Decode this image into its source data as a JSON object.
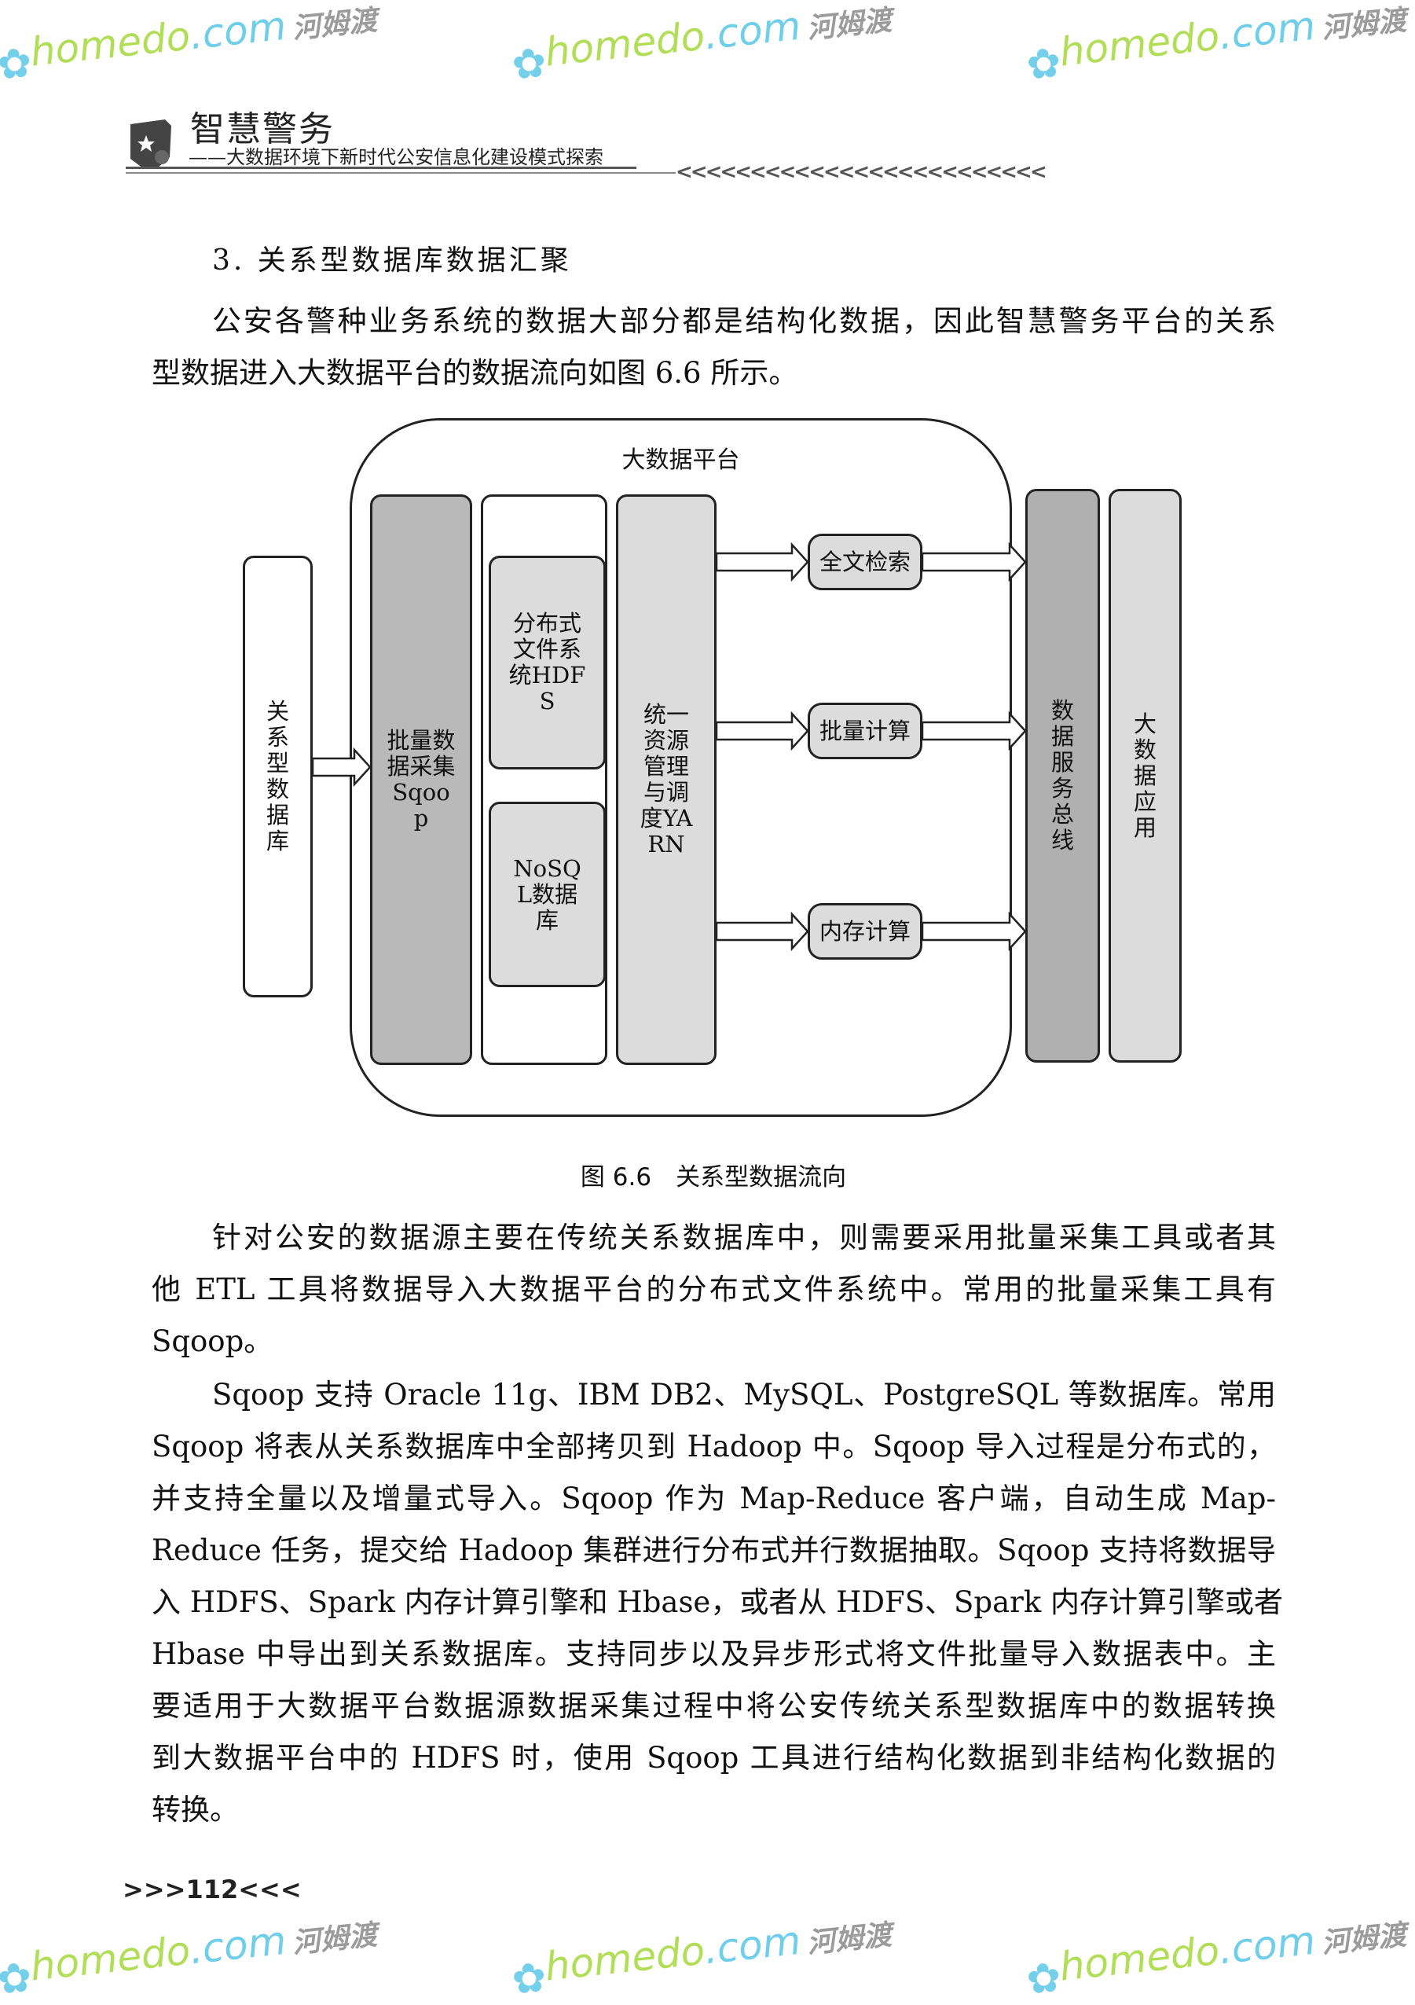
{
  "header": {
    "book_title": "智慧警务",
    "book_subtitle": "——大数据环境下新时代公安信息化建设模式探索",
    "chevrons": "<<<<<<<<<<<<<<<<<<<<<<<<<"
  },
  "section_heading": "3. 关系型数据库数据汇聚",
  "paragraph1": [
    "公安各警种业务系统的数据大部分都是结构化数据，因此智慧警务平台的关系",
    "型数据进入大数据平台的数据流向如图 6.6 所示。"
  ],
  "diagram": {
    "platform_title": "大数据平台",
    "source_db": "关系型数据库",
    "sqoop": "批量数据采集Sqoop",
    "hdfs": "分布式文件系统HDFS",
    "nosql": "NoSQL数据库",
    "yarn": "统一资源管理与调度YARN",
    "engines": [
      "全文检索",
      "批量计算",
      "内存计算"
    ],
    "service_bus": "数据服务总线",
    "application": "大数据应用"
  },
  "figure_caption": "图 6.6　关系型数据流向",
  "paragraph2": [
    "针对公安的数据源主要在传统关系数据库中，则需要采用批量采集工具或者其",
    "他 ETL 工具将数据导入大数据平台的分布式文件系统中。常用的批量采集工具有",
    "Sqoop。"
  ],
  "paragraph3": [
    "Sqoop 支持 Oracle 11g、IBM DB2、MySQL、PostgreSQL 等数据库。常用",
    "Sqoop 将表从关系数据库中全部拷贝到 Hadoop 中。Sqoop 导入过程是分布式的，",
    "并支持全量以及增量式导入。Sqoop 作为 Map-Reduce 客户端，自动生成 Map-",
    "Reduce 任务，提交给 Hadoop 集群进行分布式并行数据抽取。Sqoop 支持将数据导",
    "入 HDFS、Spark 内存计算引擎和 Hbase，或者从 HDFS、Spark 内存计算引擎或者",
    "Hbase 中导出到关系数据库。支持同步以及异步形式将文件批量导入数据表中。主",
    "要适用于大数据平台数据源数据采集过程中将公安传统关系型数据库中的数据转换",
    "到大数据平台中的 HDFS 时，使用 Sqoop 工具进行结构化数据到非结构化数据的",
    "转换。"
  ],
  "page_number": ">>>112<<<",
  "watermark": {
    "site": "homedo",
    "domain": ".com",
    "cn": "河姆渡"
  }
}
